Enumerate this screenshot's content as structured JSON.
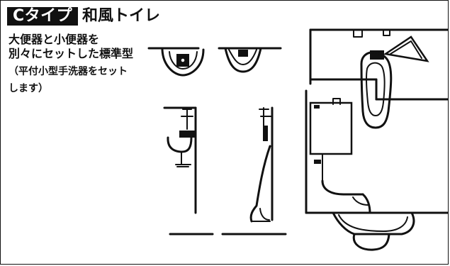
{
  "header": {
    "badge_label": "Cタイプ",
    "title": "和風トイレ"
  },
  "description": {
    "line1": "大便器と小便器を",
    "line2": "別々にセットした標準型",
    "note_line1": "（平付小型手洗器をセット",
    "note_line2": "します）"
  }
}
